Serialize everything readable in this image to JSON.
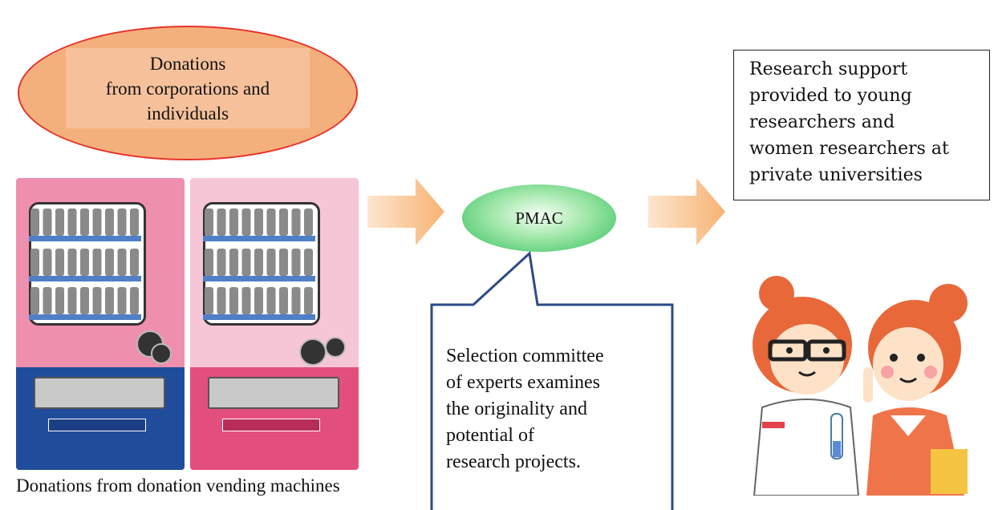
{
  "donations": {
    "line1": "Donations",
    "line2": "from corporations and",
    "line3": "individuals"
  },
  "vending_caption": "Donations from donation vending machines",
  "pmac_label": "PMAC",
  "selection": {
    "line1": "Selection committee",
    "line2": "of experts examines",
    "line3": "the originality and",
    "line4": "potential of",
    "line5": "research projects."
  },
  "support": {
    "line1": "Research support",
    "line2": "provided to young",
    "line3": "researchers and",
    "line4": "women researchers at",
    "line5": "private universities"
  },
  "colors": {
    "ellipse_border": "#e8322a",
    "ellipse_fill": "#f4b07c",
    "arrow_fill": "#f7b879",
    "pmac_green": "#2fbf5a",
    "callout_border": "#2e4a86"
  },
  "icons": {
    "vending_machines": "vending-machine-illustration",
    "researchers": "researchers-illustration"
  }
}
